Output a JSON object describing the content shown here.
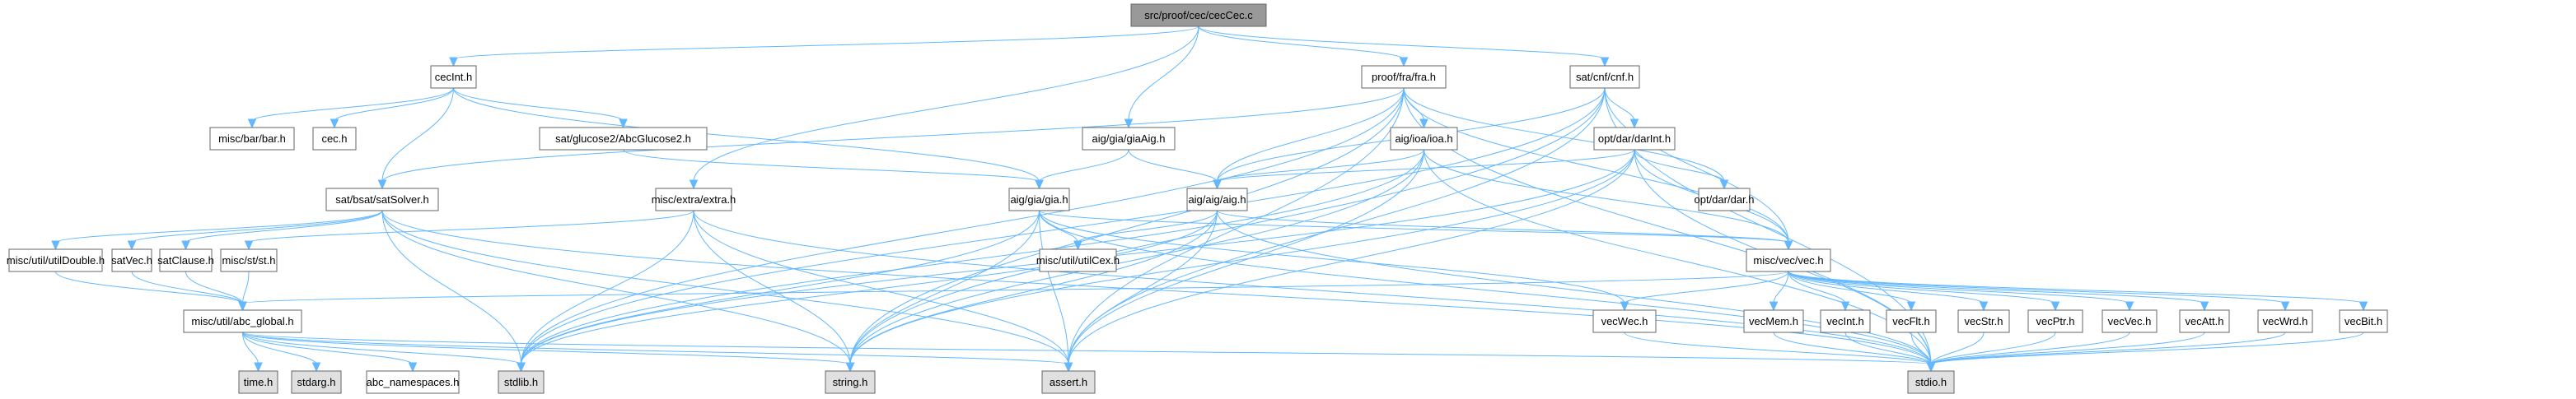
{
  "title": "Include dependency graph for src/proof/cec/cecCec.c",
  "colors": {
    "root_fill": "#999999",
    "node_fill": "#ffffff",
    "system_header_fill": "#e0e0e0",
    "edge": "#63b8ff",
    "border": "#666666"
  },
  "nodes": [
    {
      "id": "root",
      "label": "src/proof/cec/cecCec.c",
      "kind": "root"
    },
    {
      "id": "cecInt",
      "label": "cecInt.h",
      "kind": "header"
    },
    {
      "id": "bar",
      "label": "misc/bar/bar.h",
      "kind": "header"
    },
    {
      "id": "cec",
      "label": "cec.h",
      "kind": "header"
    },
    {
      "id": "glucose2",
      "label": "sat/glucose2/AbcGlucose2.h",
      "kind": "header"
    },
    {
      "id": "satSolver",
      "label": "sat/bsat/satSolver.h",
      "kind": "header"
    },
    {
      "id": "fra",
      "label": "proof/fra/fra.h",
      "kind": "header"
    },
    {
      "id": "cnf",
      "label": "sat/cnf/cnf.h",
      "kind": "header"
    },
    {
      "id": "giaAig",
      "label": "aig/gia/giaAig.h",
      "kind": "header"
    },
    {
      "id": "ioa",
      "label": "aig/ioa/ioa.h",
      "kind": "header"
    },
    {
      "id": "darInt",
      "label": "opt/dar/darInt.h",
      "kind": "header"
    },
    {
      "id": "extra",
      "label": "misc/extra/extra.h",
      "kind": "header"
    },
    {
      "id": "gia",
      "label": "aig/gia/gia.h",
      "kind": "header"
    },
    {
      "id": "aig",
      "label": "aig/aig/aig.h",
      "kind": "header"
    },
    {
      "id": "dar",
      "label": "opt/dar/dar.h",
      "kind": "header"
    },
    {
      "id": "utilDouble",
      "label": "misc/util/utilDouble.h",
      "kind": "header"
    },
    {
      "id": "satVec",
      "label": "satVec.h",
      "kind": "header"
    },
    {
      "id": "satClause",
      "label": "satClause.h",
      "kind": "header"
    },
    {
      "id": "st",
      "label": "misc/st/st.h",
      "kind": "header"
    },
    {
      "id": "utilCex",
      "label": "misc/util/utilCex.h",
      "kind": "header"
    },
    {
      "id": "vec",
      "label": "misc/vec/vec.h",
      "kind": "header"
    },
    {
      "id": "abcGlobal",
      "label": "misc/util/abc_global.h",
      "kind": "header"
    },
    {
      "id": "vecWec",
      "label": "vecWec.h",
      "kind": "header"
    },
    {
      "id": "vecMem",
      "label": "vecMem.h",
      "kind": "header"
    },
    {
      "id": "vecInt",
      "label": "vecInt.h",
      "kind": "header"
    },
    {
      "id": "vecFlt",
      "label": "vecFlt.h",
      "kind": "header"
    },
    {
      "id": "vecStr",
      "label": "vecStr.h",
      "kind": "header"
    },
    {
      "id": "vecPtr",
      "label": "vecPtr.h",
      "kind": "header"
    },
    {
      "id": "vecVec",
      "label": "vecVec.h",
      "kind": "header"
    },
    {
      "id": "vecAtt",
      "label": "vecAtt.h",
      "kind": "header"
    },
    {
      "id": "vecWrd",
      "label": "vecWrd.h",
      "kind": "header"
    },
    {
      "id": "vecBit",
      "label": "vecBit.h",
      "kind": "header"
    },
    {
      "id": "time",
      "label": "time.h",
      "kind": "system"
    },
    {
      "id": "stdarg",
      "label": "stdarg.h",
      "kind": "system"
    },
    {
      "id": "abcNamespaces",
      "label": "abc_namespaces.h",
      "kind": "header"
    },
    {
      "id": "stdlib",
      "label": "stdlib.h",
      "kind": "system"
    },
    {
      "id": "string",
      "label": "string.h",
      "kind": "system"
    },
    {
      "id": "assert",
      "label": "assert.h",
      "kind": "system"
    },
    {
      "id": "stdio",
      "label": "stdio.h",
      "kind": "system"
    }
  ],
  "edges": [
    [
      "root",
      "cecInt"
    ],
    [
      "root",
      "extra"
    ],
    [
      "root",
      "giaAig"
    ],
    [
      "root",
      "fra"
    ],
    [
      "root",
      "cnf"
    ],
    [
      "cecInt",
      "bar"
    ],
    [
      "cecInt",
      "cec"
    ],
    [
      "cecInt",
      "glucose2"
    ],
    [
      "cecInt",
      "satSolver"
    ],
    [
      "cecInt",
      "gia"
    ],
    [
      "glucose2",
      "gia"
    ],
    [
      "satSolver",
      "utilDouble"
    ],
    [
      "satSolver",
      "satVec"
    ],
    [
      "satSolver",
      "satClause"
    ],
    [
      "satSolver",
      "stdlib"
    ],
    [
      "satSolver",
      "string"
    ],
    [
      "satSolver",
      "assert"
    ],
    [
      "satSolver",
      "stdio"
    ],
    [
      "fra",
      "satSolver"
    ],
    [
      "fra",
      "stdlib"
    ],
    [
      "fra",
      "string"
    ],
    [
      "fra",
      "assert"
    ],
    [
      "fra",
      "stdio"
    ],
    [
      "fra",
      "ioa"
    ],
    [
      "fra",
      "aig"
    ],
    [
      "fra",
      "dar"
    ],
    [
      "fra",
      "vec"
    ],
    [
      "cnf",
      "stdlib"
    ],
    [
      "cnf",
      "string"
    ],
    [
      "cnf",
      "assert"
    ],
    [
      "cnf",
      "stdio"
    ],
    [
      "cnf",
      "aig"
    ],
    [
      "cnf",
      "darInt"
    ],
    [
      "cnf",
      "vec"
    ],
    [
      "giaAig",
      "gia"
    ],
    [
      "giaAig",
      "aig"
    ],
    [
      "ioa",
      "stdlib"
    ],
    [
      "ioa",
      "string"
    ],
    [
      "ioa",
      "assert"
    ],
    [
      "ioa",
      "stdio"
    ],
    [
      "ioa",
      "aig"
    ],
    [
      "ioa",
      "vec"
    ],
    [
      "darInt",
      "stdlib"
    ],
    [
      "darInt",
      "string"
    ],
    [
      "darInt",
      "assert"
    ],
    [
      "darInt",
      "stdio"
    ],
    [
      "darInt",
      "aig"
    ],
    [
      "darInt",
      "dar"
    ],
    [
      "darInt",
      "vec"
    ],
    [
      "extra",
      "st"
    ],
    [
      "extra",
      "stdlib"
    ],
    [
      "extra",
      "string"
    ],
    [
      "extra",
      "assert"
    ],
    [
      "extra",
      "stdio"
    ],
    [
      "gia",
      "stdlib"
    ],
    [
      "gia",
      "string"
    ],
    [
      "gia",
      "assert"
    ],
    [
      "gia",
      "stdio"
    ],
    [
      "gia",
      "vec"
    ],
    [
      "gia",
      "vecWec"
    ],
    [
      "gia",
      "utilCex"
    ],
    [
      "aig",
      "stdlib"
    ],
    [
      "aig",
      "string"
    ],
    [
      "aig",
      "assert"
    ],
    [
      "aig",
      "stdio"
    ],
    [
      "aig",
      "vec"
    ],
    [
      "aig",
      "utilCex"
    ],
    [
      "utilDouble",
      "abcGlobal"
    ],
    [
      "satVec",
      "abcGlobal"
    ],
    [
      "satClause",
      "abcGlobal"
    ],
    [
      "st",
      "abcGlobal"
    ],
    [
      "vec",
      "abcGlobal"
    ],
    [
      "vec",
      "vecWec"
    ],
    [
      "vec",
      "vecMem"
    ],
    [
      "vec",
      "vecInt"
    ],
    [
      "vec",
      "vecFlt"
    ],
    [
      "vec",
      "vecStr"
    ],
    [
      "vec",
      "vecPtr"
    ],
    [
      "vec",
      "vecVec"
    ],
    [
      "vec",
      "vecAtt"
    ],
    [
      "vec",
      "vecWrd"
    ],
    [
      "vec",
      "vecBit"
    ],
    [
      "abcGlobal",
      "time"
    ],
    [
      "abcGlobal",
      "stdarg"
    ],
    [
      "abcGlobal",
      "abcNamespaces"
    ],
    [
      "abcGlobal",
      "stdlib"
    ],
    [
      "abcGlobal",
      "string"
    ],
    [
      "abcGlobal",
      "assert"
    ],
    [
      "abcGlobal",
      "stdio"
    ],
    [
      "vecWec",
      "stdio"
    ],
    [
      "vecMem",
      "stdio"
    ],
    [
      "vecInt",
      "stdio"
    ],
    [
      "vecFlt",
      "stdio"
    ],
    [
      "vecStr",
      "stdio"
    ],
    [
      "vecPtr",
      "stdio"
    ],
    [
      "vecVec",
      "stdio"
    ],
    [
      "vecAtt",
      "stdio"
    ],
    [
      "vecWrd",
      "stdio"
    ],
    [
      "vecBit",
      "stdio"
    ]
  ]
}
